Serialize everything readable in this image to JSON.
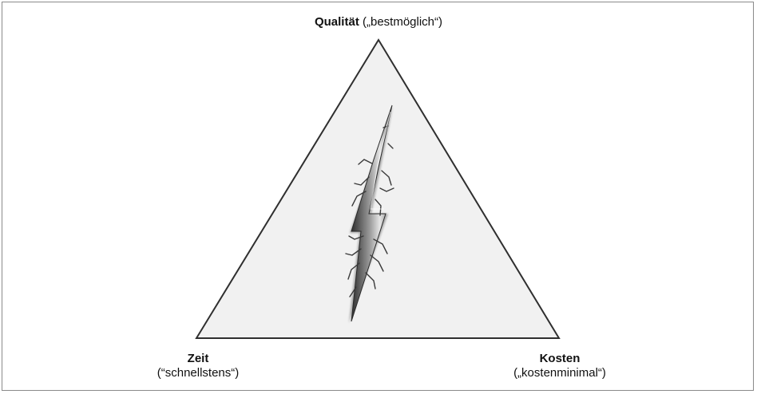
{
  "diagram": {
    "top": {
      "title": "Qualität",
      "subtitle": "(„bestmöglich“)"
    },
    "left": {
      "title": "Zeit",
      "subtitle": "(“schnellstens“)"
    },
    "right": {
      "title": "Kosten",
      "subtitle": "(„kostenminimal“)"
    },
    "crack_icon": "lightning-crack-icon",
    "colors": {
      "triangle_fill": "#f1f1f1",
      "triangle_stroke": "#2f2f2f",
      "crack_dark": "#3a3a3a",
      "crack_light": "#d9d9d9"
    }
  }
}
